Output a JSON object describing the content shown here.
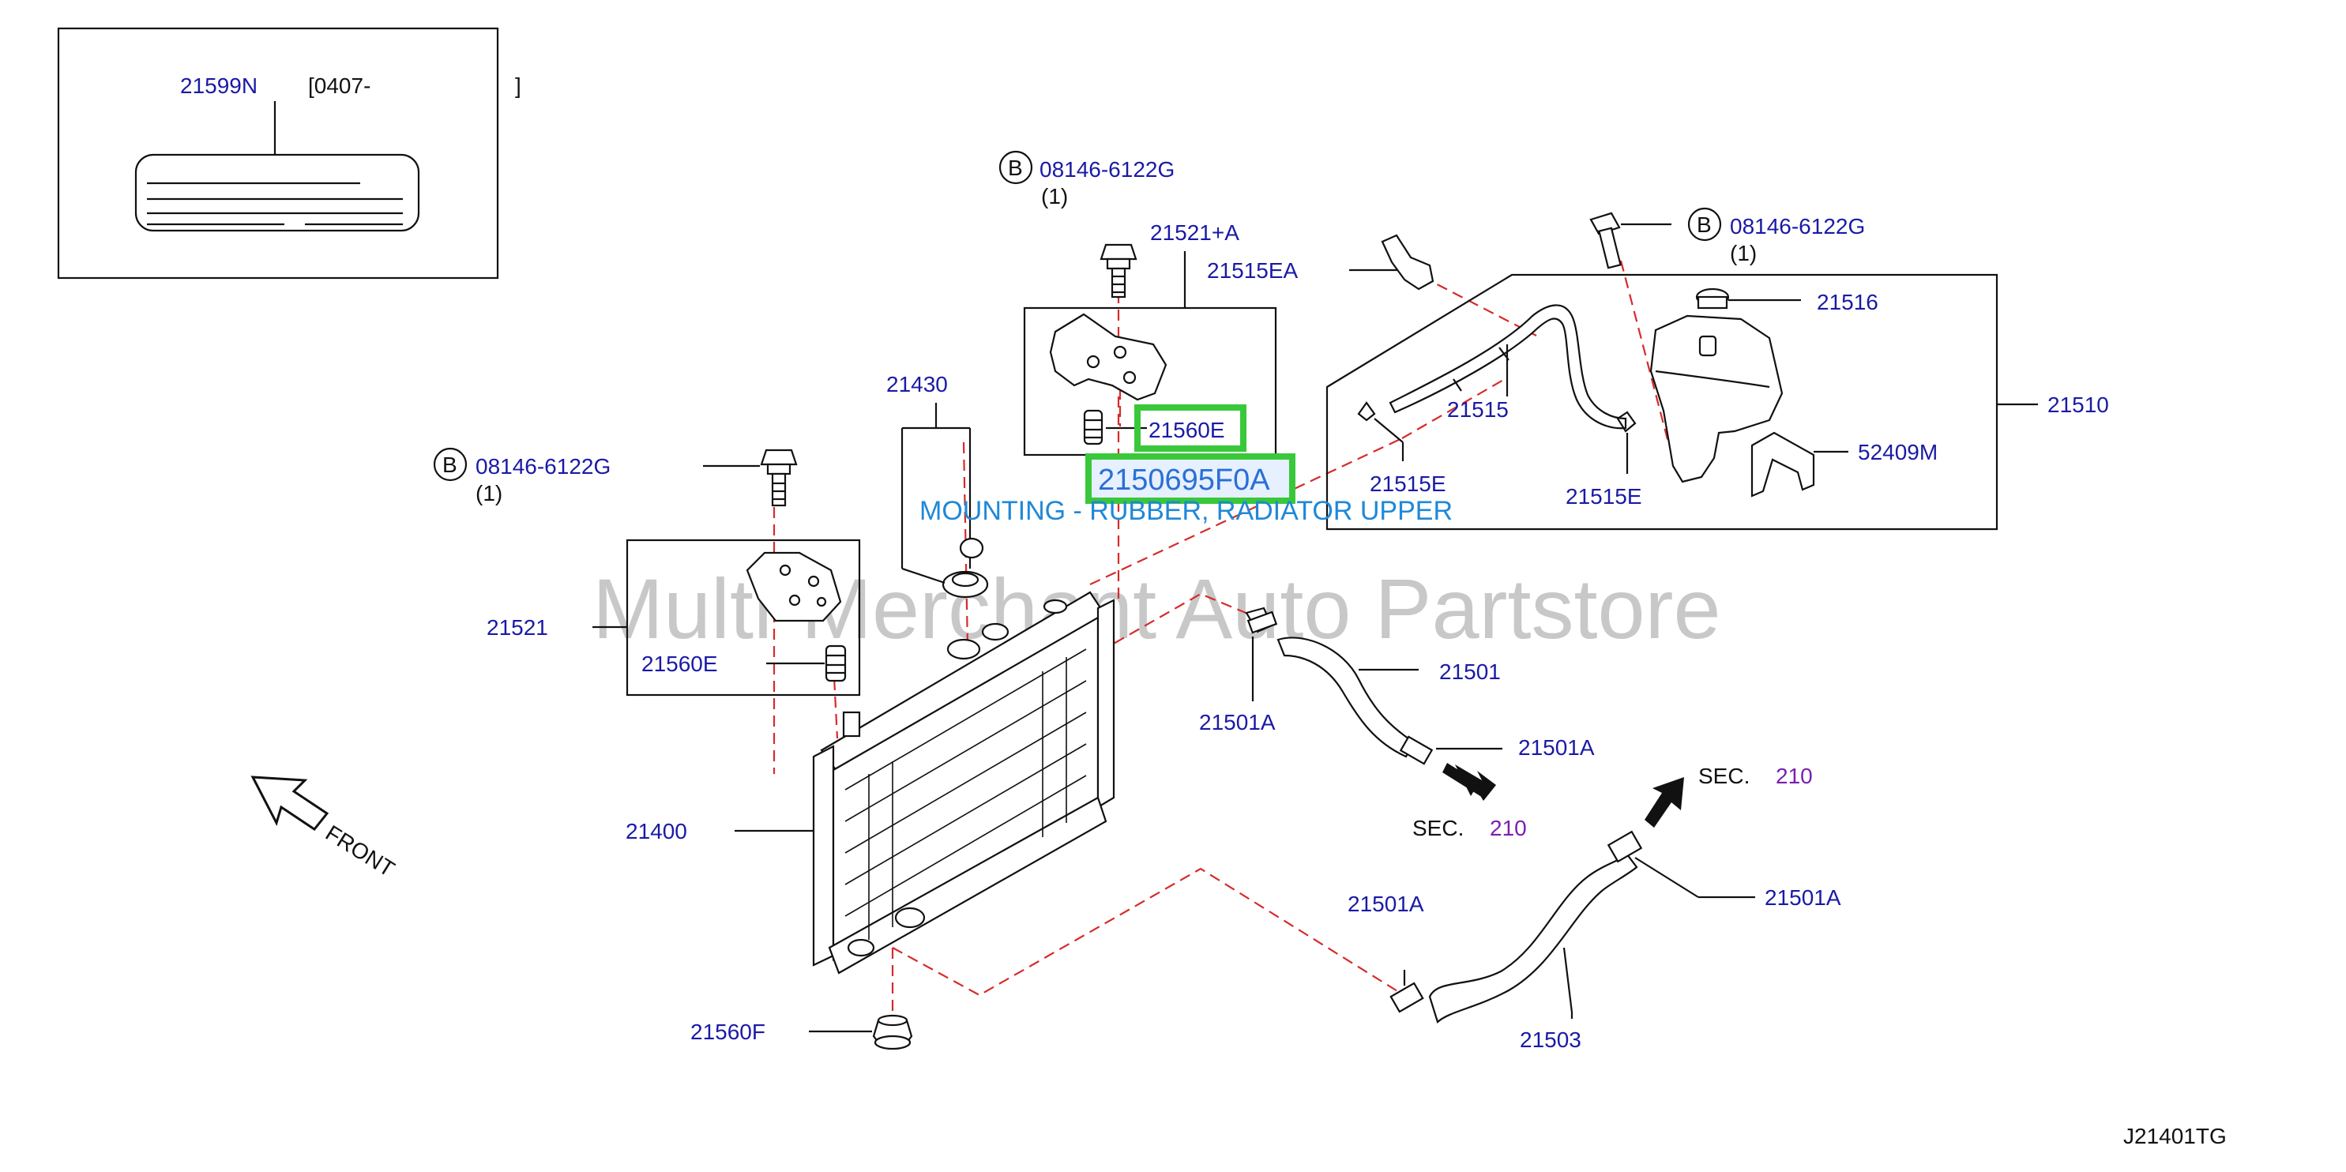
{
  "inset": {
    "part": "21599N",
    "date_range": "[0407-",
    "date_close": "]"
  },
  "callouts": {
    "bolt_b_label": "B",
    "bolt_part": "08146-6122G",
    "bolt_qty": "(1)"
  },
  "parts": {
    "p21521a": "21521+A",
    "p21515ea": "21515EA",
    "p21516": "21516",
    "p21510": "21510",
    "p21515": "21515",
    "p52409m": "52409M",
    "p21515e_1": "21515E",
    "p21515e_2": "21515E",
    "p21430": "21430",
    "p21560e_top": "21560E",
    "p21521": "21521",
    "p21560e_left": "21560E",
    "p21501": "21501",
    "p21501a_1": "21501A",
    "p21501a_2": "21501A",
    "p21501a_3": "21501A",
    "p21501a_4": "21501A",
    "p21400": "21400",
    "p21560f": "21560F",
    "p21503": "21503"
  },
  "highlight": {
    "part_number": "2150695F0A",
    "description": "MOUNTING - RUBBER, RADIATOR UPPER",
    "color": "#39c83a"
  },
  "sections": {
    "sec_label": "SEC.",
    "sec_num": "210"
  },
  "front_label": "FRONT",
  "watermark": "Multi-Merchant Auto Partstore",
  "diagram_id": "J21401TG"
}
